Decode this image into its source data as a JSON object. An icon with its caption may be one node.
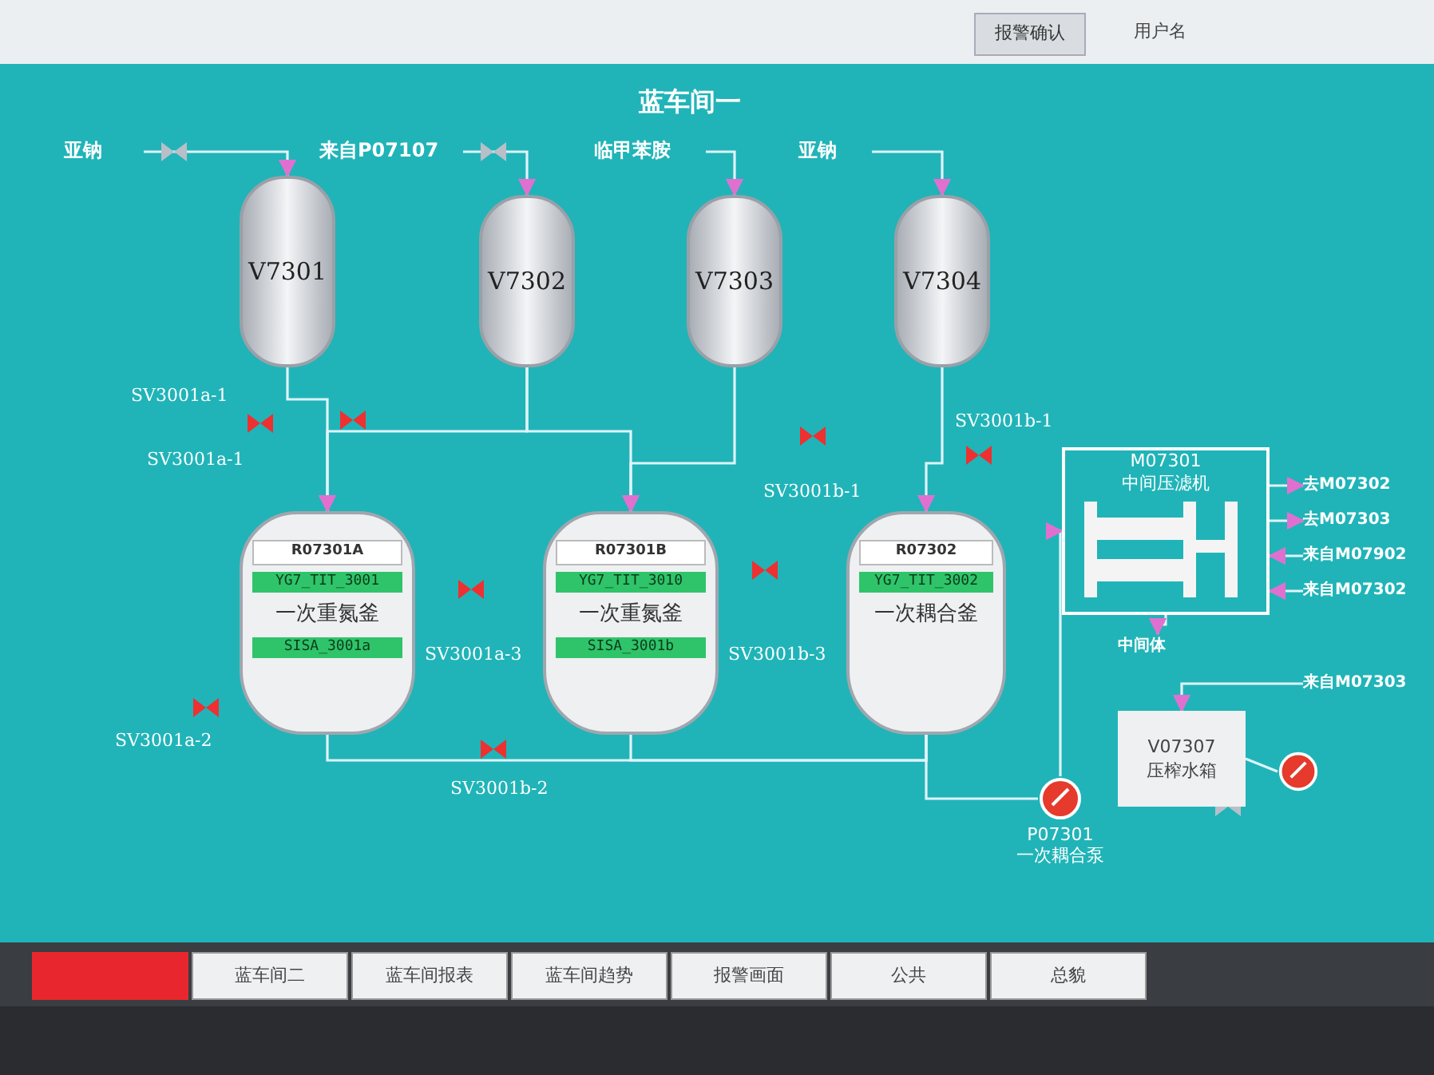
{
  "diagram": {
    "title": "蓝车间一",
    "nodes": [
      {
        "text": [
          "亚钠"
        ]
      },
      {
        "text": [
          "V7301"
        ]
      },
      {
        "text": [
          "来自P07107"
        ]
      },
      {
        "text": [
          "V7302"
        ]
      },
      {
        "text": [
          "临甲苯胺"
        ]
      },
      {
        "text": [
          "V7303"
        ]
      },
      {
        "text": [
          "亚钠"
        ]
      },
      {
        "text": [
          "V7304"
        ]
      },
      {
        "text": [
          "R07301A",
          "YG7_TIT_3001",
          "一次重氮釜",
          "SISA_3001a"
        ]
      },
      {
        "text": [
          "R07301B",
          "YG7_TIT_3010",
          "一次重氮釜",
          "SISA_3001b"
        ]
      },
      {
        "text": [
          "R07302",
          "YG7_TIT_3002",
          "一次耦合釜"
        ]
      },
      {
        "text": [
          "M07301",
          "中间压滤机"
        ]
      },
      {
        "text": [
          "中间体"
        ]
      },
      {
        "text": [
          "去M07302"
        ]
      },
      {
        "text": [
          "去M07303"
        ]
      },
      {
        "text": [
          "来自M07902"
        ]
      },
      {
        "text": [
          "来自M07302"
        ]
      },
      {
        "text": [
          "来自M07303"
        ]
      },
      {
        "text": [],
        "shape": "circle",
        "beside": [
          "P07301",
          "一次耦合泵"
        ]
      },
      {
        "text": [
          "V07307",
          "压榨水箱"
        ]
      },
      {
        "text": [],
        "shape": "circle"
      }
    ],
    "edges": [
      {
        "from": 0,
        "to": 1,
        "arrow": "to"
      },
      {
        "from": 2,
        "to": 3,
        "arrow": "to"
      },
      {
        "from": 4,
        "to": 5,
        "arrow": "to"
      },
      {
        "from": 6,
        "to": 7,
        "arrow": "to"
      },
      {
        "from": 1,
        "to": 8,
        "arrow": "to"
      },
      {
        "from": 3,
        "to": 8,
        "arrow": "to"
      },
      {
        "from": 3,
        "to": 9,
        "arrow": "to"
      },
      {
        "from": 5,
        "to": 9,
        "arrow": "to"
      },
      {
        "from": 7,
        "to": 10,
        "arrow": "to"
      },
      {
        "from": 8,
        "to": 10,
        "arrow": "none"
      },
      {
        "from": 9,
        "to": 10,
        "arrow": "none"
      },
      {
        "from": 10,
        "to": 18,
        "arrow": "none"
      },
      {
        "from": 18,
        "to": 11,
        "arrow": "to"
      },
      {
        "from": 11,
        "to": 12,
        "arrow": "to"
      },
      {
        "from": 11,
        "to": 13,
        "arrow": "to"
      },
      {
        "from": 11,
        "to": 14,
        "arrow": "to"
      },
      {
        "from": 15,
        "to": 11,
        "arrow": "to"
      },
      {
        "from": 16,
        "to": 11,
        "arrow": "to"
      },
      {
        "from": 17,
        "to": 19,
        "arrow": "to"
      },
      {
        "from": 19,
        "to": 20,
        "arrow": "none"
      }
    ],
    "labels": [
      "SV3001a-1",
      "SV3001a-1",
      "SV3001b-1",
      "SV3001b-1",
      "SV3001a-3",
      "SV3001b-3",
      "SV3001a-2",
      "SV3001b-2",
      "报警确认",
      "用户名",
      "蓝车间二",
      "蓝车间报表",
      "蓝车间趋势",
      "报警画面",
      "公共",
      "总貌"
    ]
  }
}
